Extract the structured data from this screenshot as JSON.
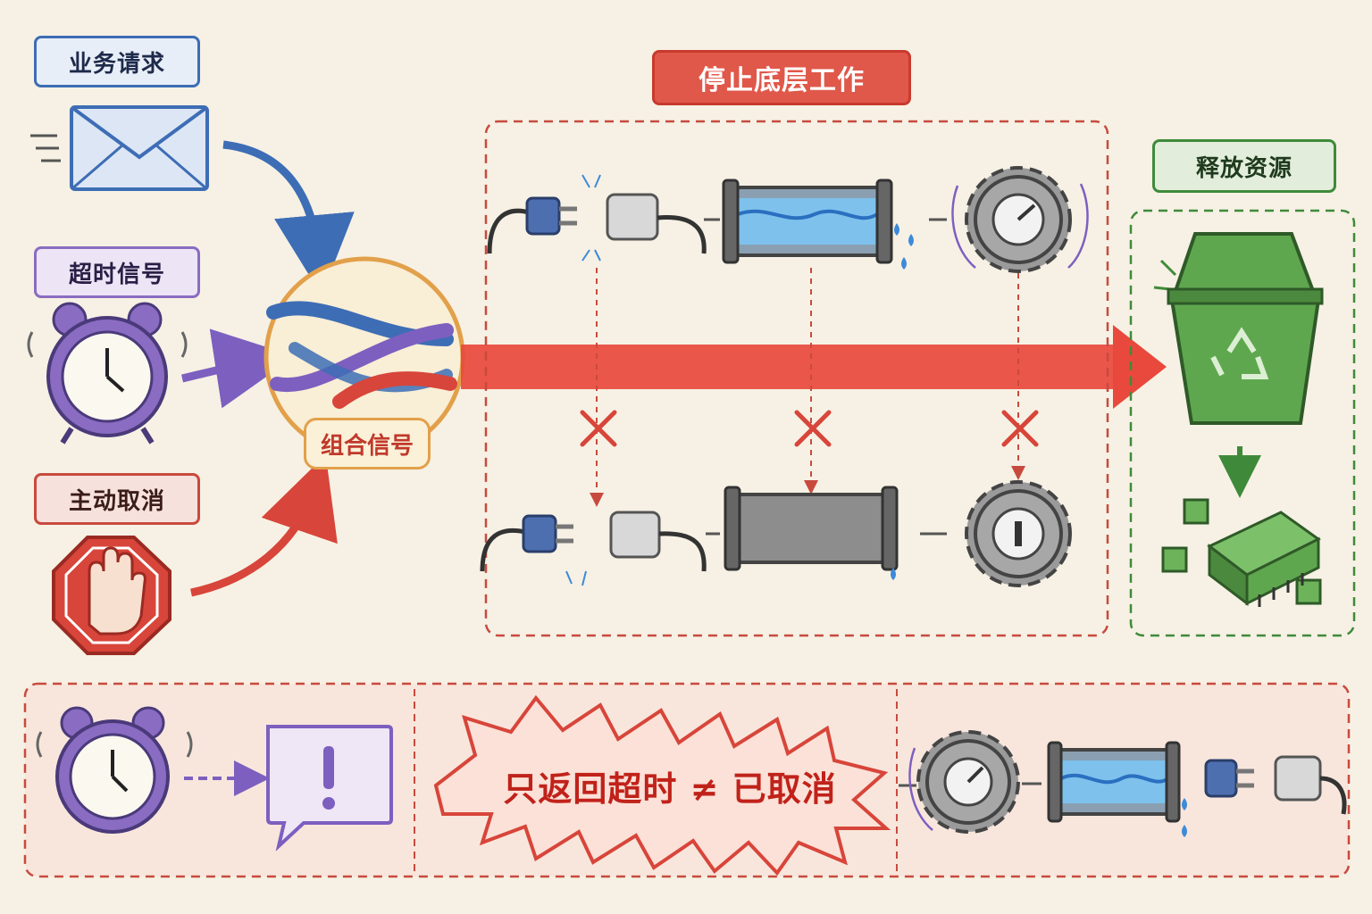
{
  "inputs": {
    "business_request": "业务请求",
    "timeout_signal": "超时信号",
    "active_cancel": "主动取消"
  },
  "combined": {
    "label": "组合信号"
  },
  "stop_work": {
    "label": "停止底层工作"
  },
  "release": {
    "label": "释放资源"
  },
  "warning": {
    "text": "只返回超时 ≠ 已取消"
  },
  "colors": {
    "blue": "#3d6db5",
    "purple": "#8a6cc2",
    "red": "#e0584a",
    "orange": "#e2a04a",
    "green": "#3f8a3a"
  },
  "icons": [
    "envelope-icon",
    "alarm-clock-icon",
    "stop-hand-icon",
    "braided-signal-icon",
    "plug-icon",
    "pipe-icon",
    "gear-icon",
    "recycle-bin-icon",
    "chip-icon",
    "alert-bubble-icon"
  ]
}
